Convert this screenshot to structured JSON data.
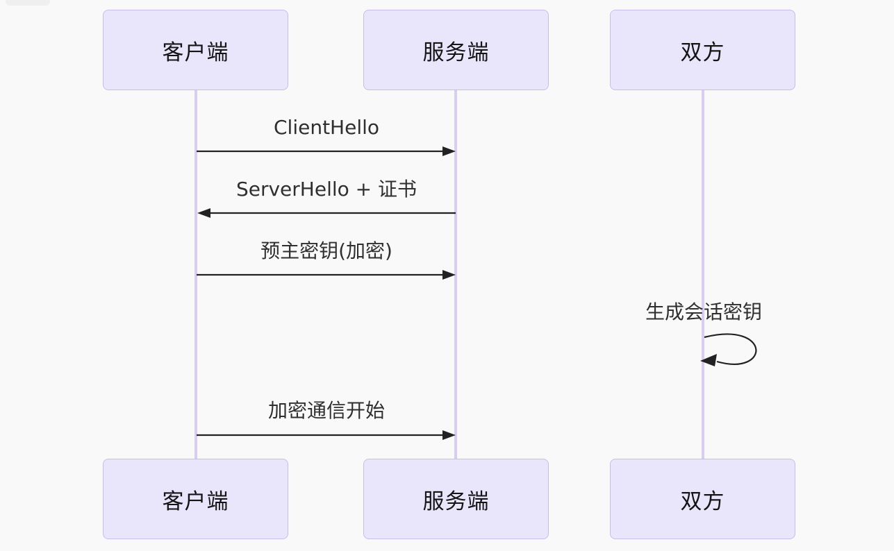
{
  "window": {
    "artifact_note": "partially cut-off light gray element at top-left corner"
  },
  "colors": {
    "background": "#f9f9f9",
    "actor_fill": "#e9e6fb",
    "actor_border": "#c9bce9",
    "lifeline": "#d9cdf1",
    "arrow": "#222222",
    "message_text": "#2f2f2f",
    "actor_text": "#141414"
  },
  "diagram": {
    "type": "sequence-diagram",
    "actors": [
      {
        "id": "client",
        "label": "客户端"
      },
      {
        "id": "server",
        "label": "服务端"
      },
      {
        "id": "both",
        "label": "双方"
      }
    ],
    "messages": [
      {
        "from": "客户端",
        "to": "服务端",
        "label": "ClientHello",
        "arrow": "solid-right"
      },
      {
        "from": "服务端",
        "to": "客户端",
        "label": "ServerHello + 证书",
        "arrow": "solid-left"
      },
      {
        "from": "客户端",
        "to": "服务端",
        "label": "预主密钥(加密)",
        "arrow": "solid-right"
      },
      {
        "from": "双方",
        "to": "双方",
        "label": "生成会话密钥",
        "arrow": "self-loop"
      },
      {
        "from": "客户端",
        "to": "服务端",
        "label": "加密通信开始",
        "arrow": "solid-right"
      }
    ]
  }
}
